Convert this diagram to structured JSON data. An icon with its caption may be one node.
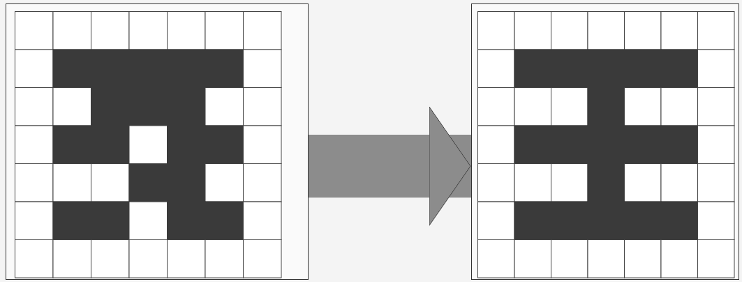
{
  "diagram": {
    "nodes": [
      {
        "text": [],
        "shape": "grid"
      },
      {
        "text": [],
        "shape": "grid"
      }
    ],
    "edges": [
      {
        "from": 0,
        "to": 1,
        "arrow": "to"
      }
    ]
  }
}
